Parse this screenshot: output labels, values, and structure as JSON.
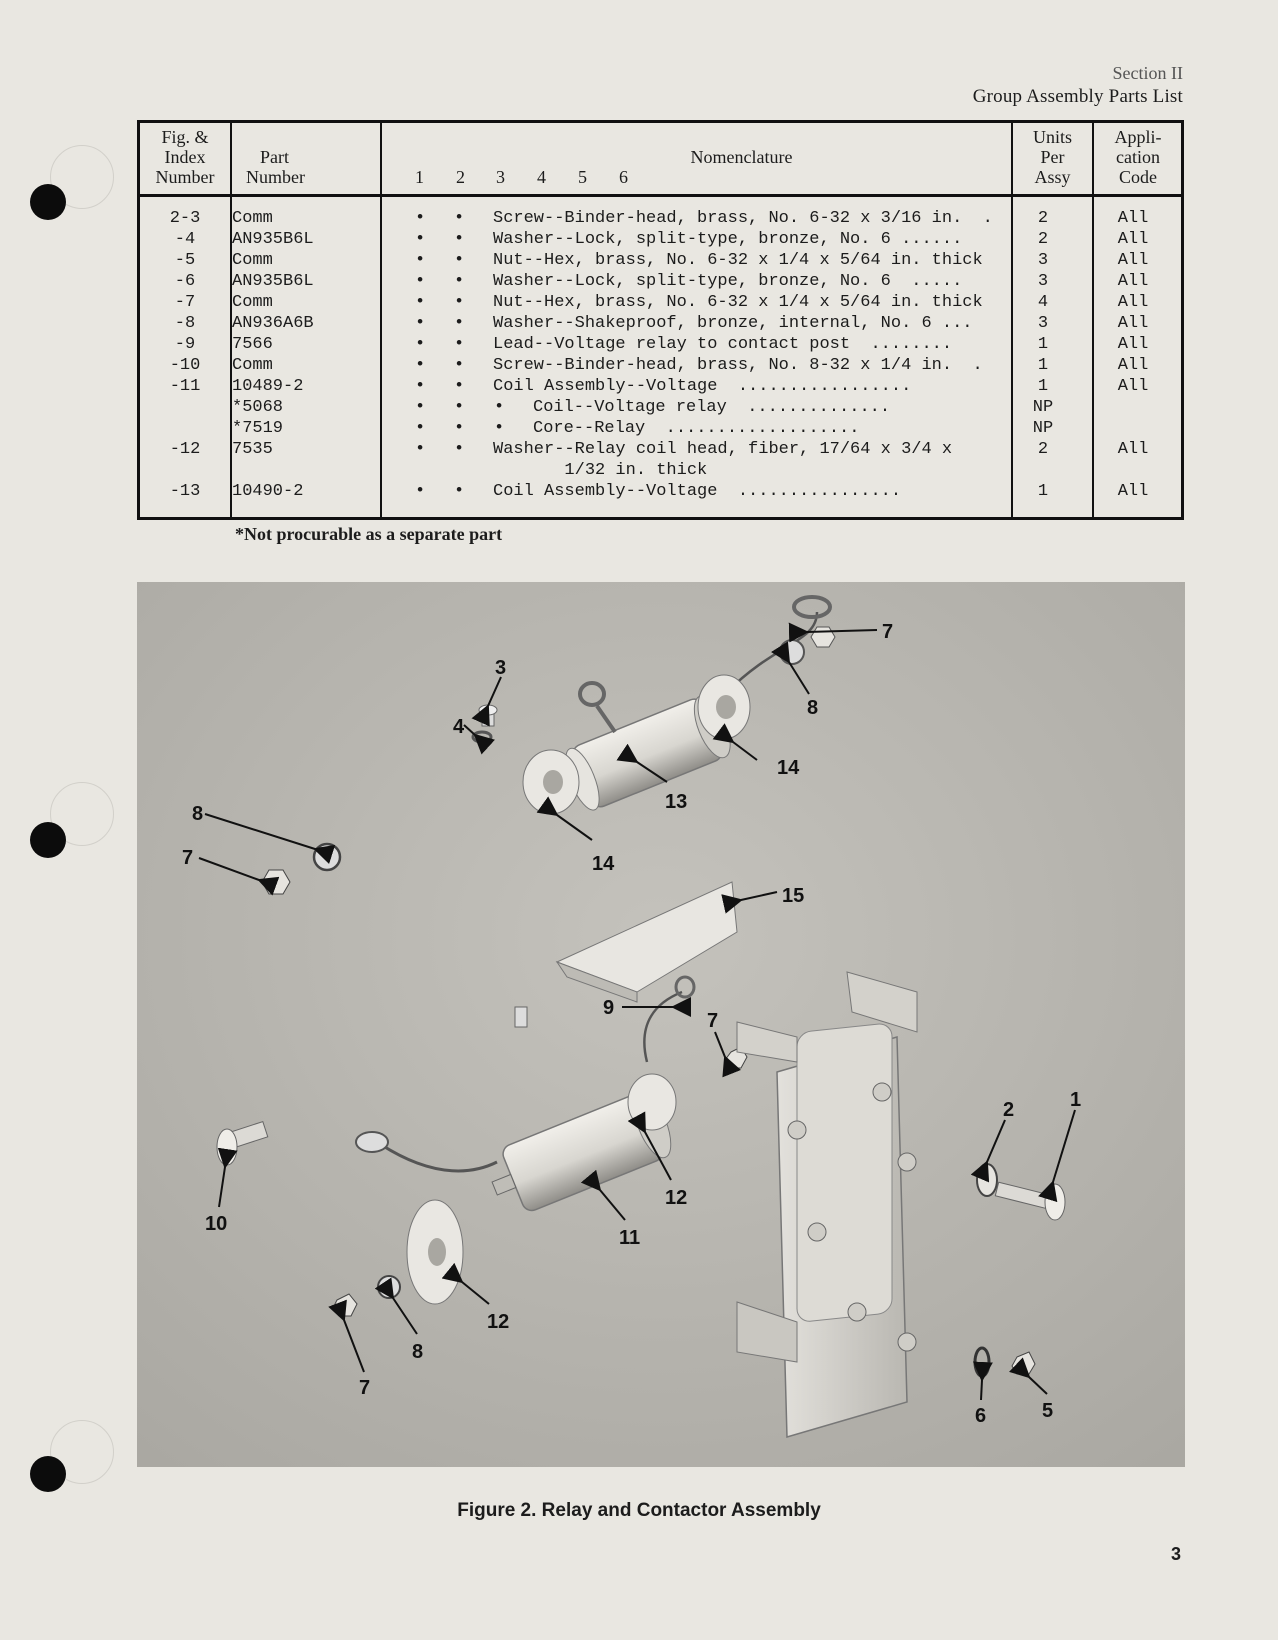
{
  "header": {
    "section": "Section II",
    "title": "Group Assembly Parts List"
  },
  "table": {
    "headers": {
      "index": [
        "Fig. &",
        "Index",
        "Number"
      ],
      "part": [
        "Part",
        "Number"
      ],
      "nomenclature": "Nomenclature",
      "levels": [
        "1",
        "2",
        "3",
        "4",
        "5",
        "6"
      ],
      "units": [
        "Units",
        "Per",
        "Assy"
      ],
      "code": [
        "Appli-",
        "cation",
        "Code"
      ]
    },
    "rows": [
      {
        "index": "2-3",
        "part": "Comm",
        "indent": 2,
        "nomenclature": "Screw--Binder-head, brass, No. 6-32 x 3/16 in.  .",
        "units": "2",
        "code": "All"
      },
      {
        "index": "-4",
        "part": "AN935B6L",
        "indent": 2,
        "nomenclature": "Washer--Lock, split-type, bronze, No. 6 ......",
        "units": "2",
        "code": "All"
      },
      {
        "index": "-5",
        "part": "Comm",
        "indent": 2,
        "nomenclature": "Nut--Hex, brass, No. 6-32 x 1/4 x 5/64 in. thick",
        "units": "3",
        "code": "All"
      },
      {
        "index": "-6",
        "part": "AN935B6L",
        "indent": 2,
        "nomenclature": "Washer--Lock, split-type, bronze, No. 6  .....",
        "units": "3",
        "code": "All"
      },
      {
        "index": "-7",
        "part": "Comm",
        "indent": 2,
        "nomenclature": "Nut--Hex, brass, No. 6-32 x 1/4 x 5/64 in. thick",
        "units": "4",
        "code": "All"
      },
      {
        "index": "-8",
        "part": "AN936A6B",
        "indent": 2,
        "nomenclature": "Washer--Shakeproof, bronze, internal, No. 6 ...",
        "units": "3",
        "code": "All"
      },
      {
        "index": "-9",
        "part": "7566",
        "indent": 2,
        "nomenclature": "Lead--Voltage relay to contact post  ........",
        "units": "1",
        "code": "All"
      },
      {
        "index": "-10",
        "part": "Comm",
        "indent": 2,
        "nomenclature": "Screw--Binder-head, brass, No. 8-32 x 1/4 in.  .",
        "units": "1",
        "code": "All"
      },
      {
        "index": "-11",
        "part": "10489-2",
        "indent": 2,
        "nomenclature": "Coil Assembly--Voltage  .................",
        "units": "1",
        "code": "All"
      },
      {
        "index": "",
        "part": "*5068",
        "indent": 3,
        "nomenclature": "Coil--Voltage relay  ..............",
        "units": "NP",
        "code": ""
      },
      {
        "index": "",
        "part": "*7519",
        "indent": 3,
        "nomenclature": "Core--Relay  ...................",
        "units": "NP",
        "code": ""
      },
      {
        "index": "-12",
        "part": "7535",
        "indent": 2,
        "nomenclature": "Washer--Relay coil head, fiber, 17/64 x 3/4 x",
        "units": "2",
        "code": "All"
      },
      {
        "index": "",
        "part": "",
        "indent": 0,
        "nomenclature": "       1/32 in. thick",
        "units": "",
        "code": ""
      },
      {
        "index": "-13",
        "part": "10490-2",
        "indent": 2,
        "nomenclature": "Coil Assembly--Voltage  ................",
        "units": "1",
        "code": "All"
      }
    ]
  },
  "footnote": "*Not procurable as a separate part",
  "figure": {
    "callouts": [
      "1",
      "2",
      "3",
      "4",
      "5",
      "6",
      "7",
      "7",
      "7",
      "7",
      "8",
      "8",
      "8",
      "9",
      "10",
      "11",
      "12",
      "12",
      "13",
      "14",
      "14",
      "15"
    ],
    "caption": "Figure 2.  Relay and Contactor Assembly"
  },
  "page_number": "3"
}
